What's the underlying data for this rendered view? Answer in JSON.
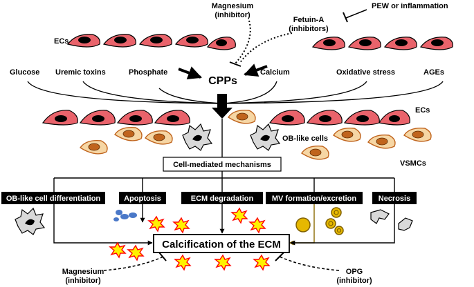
{
  "colors": {
    "ec_fill": "#e9636b",
    "ec_nucleus": "#000000",
    "vsmc_fill": "#f6d6a4",
    "vsmc_nucleus": "#c0641d",
    "mv_fill": "#e6b800",
    "mv_stroke": "#7f6000",
    "mv_arrow": "#8a6a00",
    "apoptosis_blue": "#4a78c8",
    "spark_fill": "#fff200",
    "spark_stroke": "#ff0000",
    "label_box": "#000000"
  },
  "top": {
    "magnesium": "Magnesium",
    "magnesium_sub": "(inhibitor)",
    "fetuin": "Fetuin-A",
    "fetuin_sub": "(inhibitors)",
    "pew": "PEW or inflammation",
    "ecs_label": "ECs"
  },
  "factors": {
    "glucose": "Glucose",
    "uremic": "Uremic toxins",
    "phosphate": "Phosphate",
    "cpps": "CPPs",
    "calcium": "Calcium",
    "oxidative": "Oxidative stress",
    "ages": "AGEs"
  },
  "middle": {
    "ecs_label": "ECs",
    "ob_like": "OB-like cells",
    "vsmcs": "VSMCs",
    "cell_mediated": "Cell-mediated mechanisms"
  },
  "mechanisms": [
    "OB-like cell differentiation",
    "Apoptosis",
    "ECM degradation",
    "MV formation/excretion",
    "Necrosis"
  ],
  "bottom": {
    "calcification": "Calcification of the ECM",
    "magnesium": "Magnesium",
    "magnesium_sub": "(inhibitor)",
    "opg": "OPG",
    "opg_sub": "(inhibitor)"
  }
}
